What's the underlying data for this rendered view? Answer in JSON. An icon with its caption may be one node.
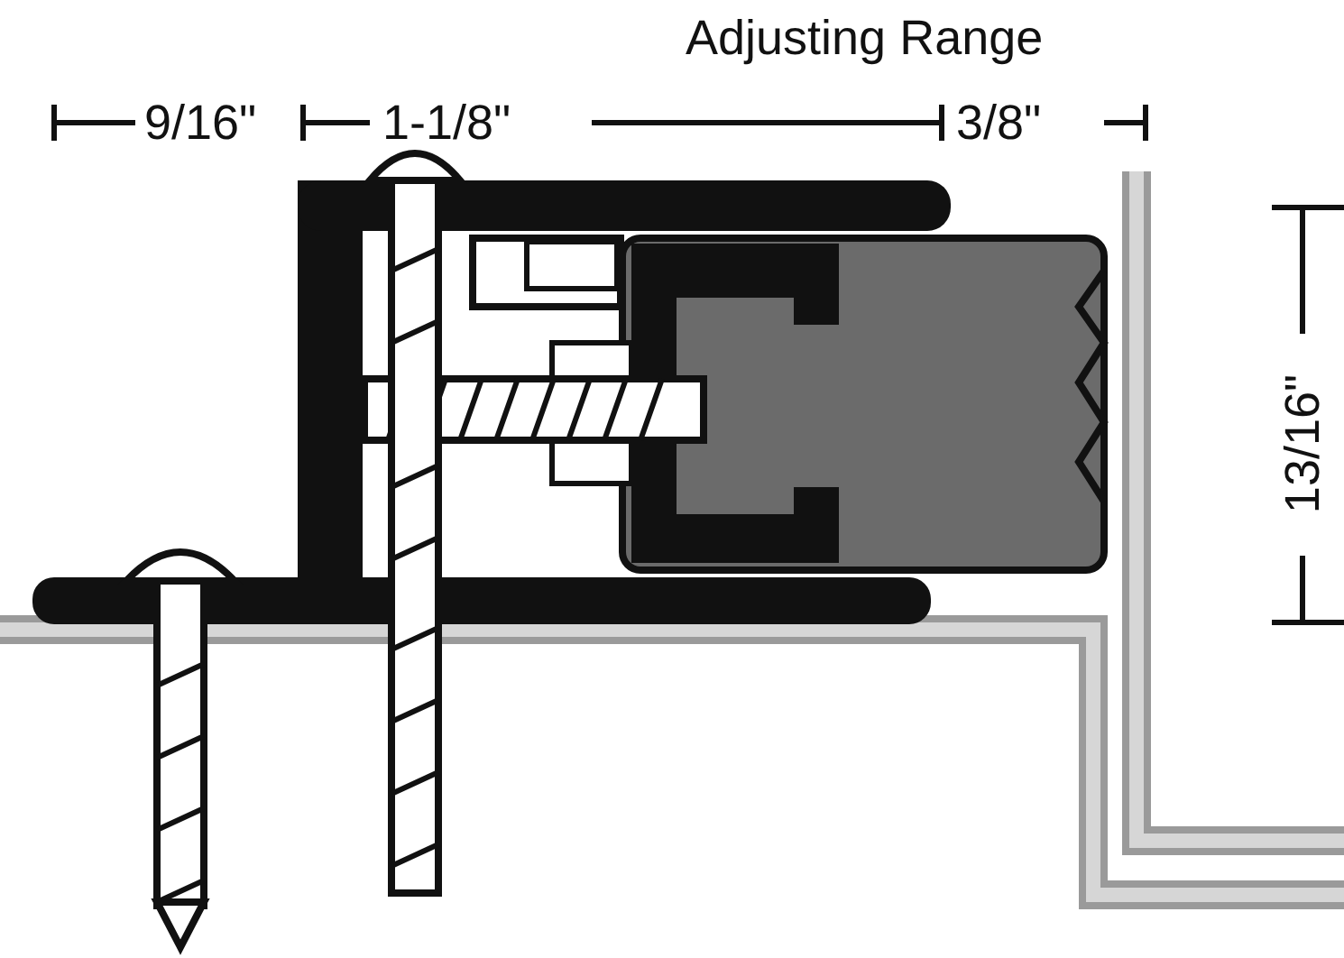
{
  "diagram": {
    "labels": [
      "Adjusting Range",
      "9/16\"",
      "1-1/8\"",
      "3/8\"",
      "13/16\""
    ]
  }
}
